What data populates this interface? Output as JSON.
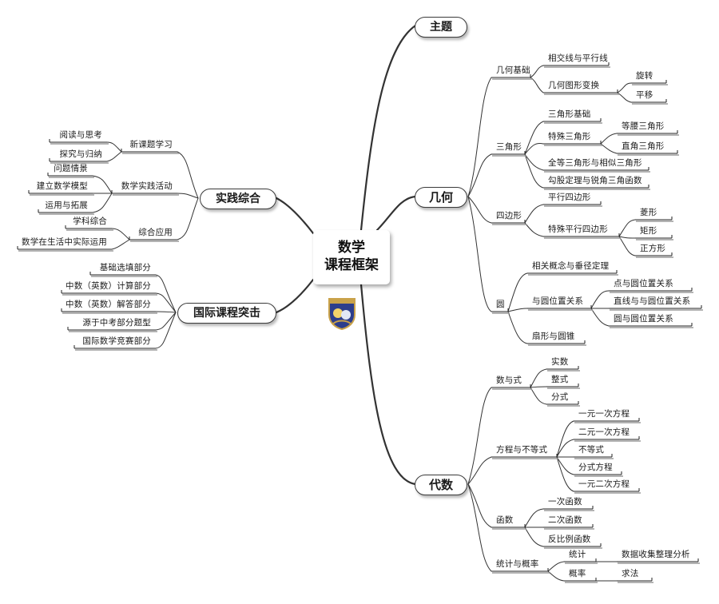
{
  "center": {
    "line1": "数学",
    "line2": "课程框架"
  },
  "topics": {
    "zhuti": "主题",
    "jihe": "几何",
    "daishu": "代数",
    "shijian": "实践综合",
    "guoji": "国际课程突击"
  },
  "geometry": {
    "jihe_jichu": "几何基础",
    "xiangjiao": "相交线与平行线",
    "bianhuan": "几何图形变换",
    "xuanzhuan": "旋转",
    "pingyi": "平移",
    "sanjiao": "三角形",
    "sanjiao_jichu": "三角形基础",
    "teshu_sanjiao": "特殊三角形",
    "dengyao": "等腰三角形",
    "zhijiao": "直角三角形",
    "quandeng": "全等三角形与相似三角形",
    "gougu": "勾股定理与锐角三角函数",
    "sibian": "四边形",
    "pingxing": "平行四边形",
    "teshu_pingxing": "特殊平行四边形",
    "lingxing": "菱形",
    "juxing": "矩形",
    "zhengfang": "正方形",
    "yuan": "圆",
    "xiangguan": "相关概念与垂径定理",
    "weizhi": "与圆位置关系",
    "dian_yuan": "点与圆位置关系",
    "zhixian_yuan": "直线与与圆位置关系",
    "yuan_yuan": "圆与圆位置关系",
    "shanxing": "扇形与圆锥"
  },
  "algebra": {
    "shuyushi": "数与式",
    "shishu": "实数",
    "zhengshi": "整式",
    "fenshi": "分式",
    "fangcheng": "方程与不等式",
    "yiyuanyici": "一元一次方程",
    "eryuanyici": "二元一次方程",
    "budengshi": "不等式",
    "fenshi_fc": "分式方程",
    "yiyuanerci": "一元二次方程",
    "hanshu": "函数",
    "yici": "一次函数",
    "erci": "二次函数",
    "fanbili": "反比例函数",
    "tongji_gailv": "统计与概率",
    "tongji": "统计",
    "shuju": "数据收集整理分析",
    "gailv": "概率",
    "qiufa": "求法"
  },
  "practice": {
    "xinketi": "新课题学习",
    "yuedu": "阅读与思考",
    "tanjiu": "探究与归纳",
    "huodong": "数学实践活动",
    "wenti": "问题情景",
    "jianli": "建立数学模型",
    "yunyong": "运用与拓展",
    "zonghe": "综合应用",
    "xueke": "学科综合",
    "shenghuo": "数学在生活中实际运用"
  },
  "international": {
    "jichu": "基础选填部分",
    "jisuan": "中数（英数）计算部分",
    "jieda": "中数（英数）解答部分",
    "zhongkao": "源于中考部分题型",
    "jingsai": "国际数学竞赛部分"
  },
  "colors": {
    "line": "#333333",
    "underline": "#222222",
    "shadow": "#9a9a9a"
  }
}
